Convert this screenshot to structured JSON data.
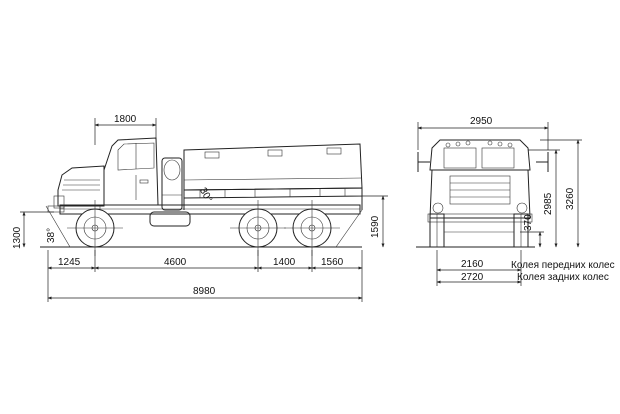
{
  "side_view": {
    "dims": {
      "front_overhang": "1245",
      "wheelbase_front": "4600",
      "bogie_base": "1400",
      "rear_overhang": "1560",
      "overall_length": "8980",
      "cab_length": "1800",
      "height_front": "1300",
      "platform_height": "1590",
      "approach_angle": "38°",
      "departure_angle": "30°"
    }
  },
  "front_view": {
    "dims": {
      "overall_width": "2950",
      "overall_height_cab": "2985",
      "overall_height": "3260",
      "ground_clearance": "370",
      "front_track": "2160",
      "rear_track": "2720"
    },
    "legend": {
      "front_track_label": "Колея передних колес",
      "rear_track_label": "Колея задних колес"
    }
  },
  "colors": {
    "line": "#222222",
    "background": "#ffffff"
  }
}
